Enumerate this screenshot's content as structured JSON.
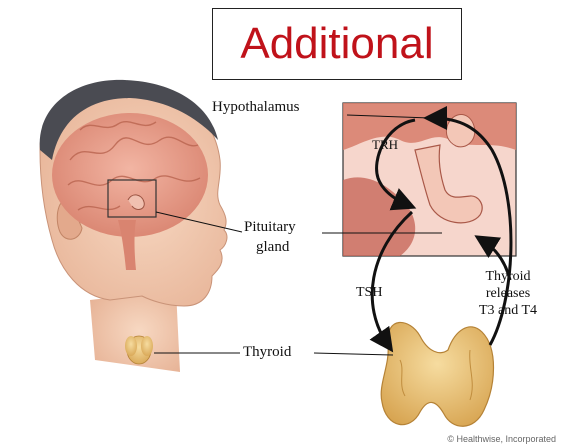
{
  "title": "Additional",
  "labels": {
    "hypothalamus": "Hypothalamus",
    "pituitary_line1": "Pituitary",
    "pituitary_line2": "gland",
    "thyroid": "Thyroid",
    "trh": "TRH",
    "tsh": "TSH",
    "release_line1": "Thyroid",
    "release_line2": "releases",
    "release_line3": "T3 and T4"
  },
  "credit": "© Healthwise, Incorporated",
  "colors": {
    "title_text": "#c0121a",
    "brain": "#e8a08a",
    "skin": "#f2c9ae",
    "inset_bg": "#f6d6cc",
    "inset_tissue": "#c8685a",
    "thyroid": "#e9c47a",
    "arrow": "#111111"
  }
}
